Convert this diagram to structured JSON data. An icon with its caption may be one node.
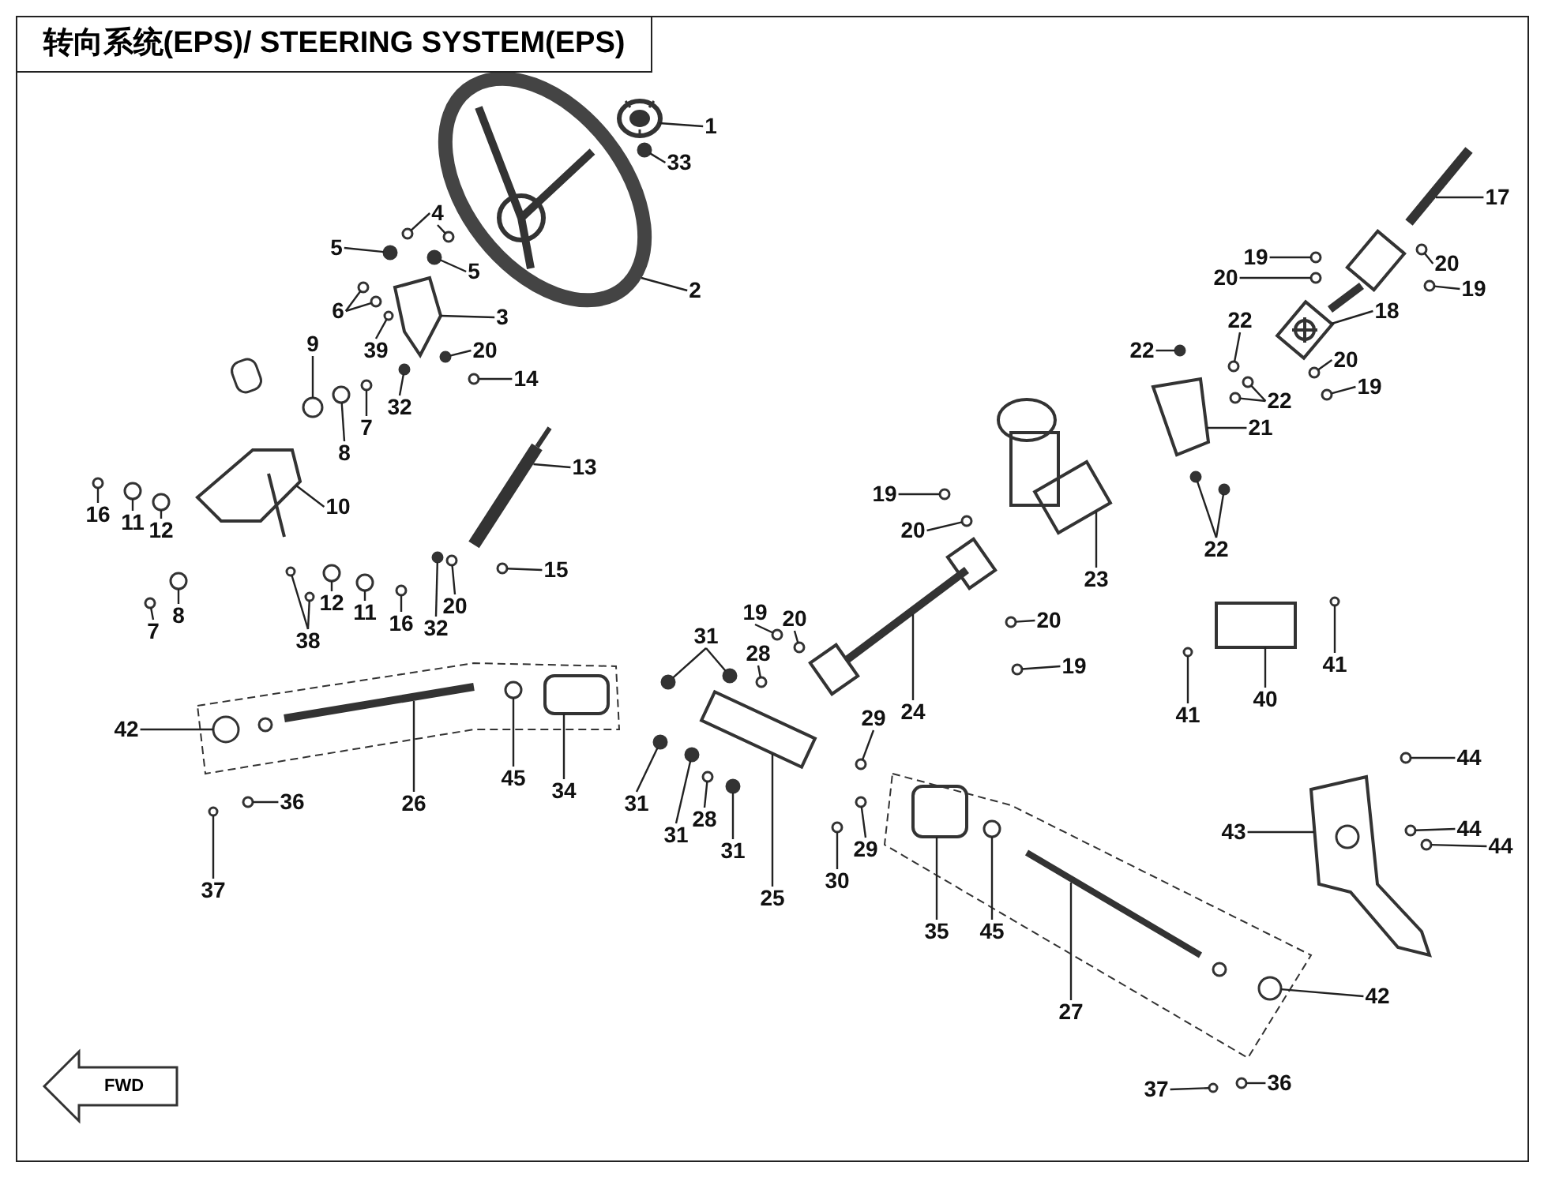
{
  "diagram": {
    "title": "转向系统(EPS)/ STEERING SYSTEM(EPS)",
    "nodes": [
      {
        "text": [
          "1"
        ]
      },
      {
        "text": [
          "33"
        ]
      },
      {
        "text": [
          "4"
        ]
      },
      {
        "text": [
          "5"
        ]
      },
      {
        "text": [
          "5"
        ]
      },
      {
        "text": [
          "2"
        ]
      },
      {
        "text": [
          "6"
        ]
      },
      {
        "text": [
          "39"
        ]
      },
      {
        "text": [
          "3"
        ]
      },
      {
        "text": [
          "9"
        ]
      },
      {
        "text": [
          "20"
        ]
      },
      {
        "text": [
          "7"
        ]
      },
      {
        "text": [
          "14"
        ]
      },
      {
        "text": [
          "8"
        ]
      },
      {
        "text": [
          "32"
        ]
      },
      {
        "text": [
          "16"
        ]
      },
      {
        "text": [
          "11"
        ]
      },
      {
        "text": [
          "12"
        ]
      },
      {
        "text": [
          "10"
        ]
      },
      {
        "text": [
          "13"
        ]
      },
      {
        "text": [
          "15"
        ]
      },
      {
        "text": [
          "20"
        ]
      },
      {
        "text": [
          "32"
        ]
      },
      {
        "text": [
          "12"
        ]
      },
      {
        "text": [
          "11"
        ]
      },
      {
        "text": [
          "16"
        ]
      },
      {
        "text": [
          "7"
        ]
      },
      {
        "text": [
          "8"
        ]
      },
      {
        "text": [
          "38"
        ]
      },
      {
        "text": [
          "19"
        ]
      },
      {
        "text": [
          "20"
        ]
      },
      {
        "text": [
          "23"
        ]
      },
      {
        "text": [
          "19"
        ]
      },
      {
        "text": [
          "20"
        ]
      },
      {
        "text": [
          "31"
        ]
      },
      {
        "text": [
          "28"
        ]
      },
      {
        "text": [
          "20"
        ]
      },
      {
        "text": [
          "19"
        ]
      },
      {
        "text": [
          "24"
        ]
      },
      {
        "text": [
          "42"
        ]
      },
      {
        "text": [
          "45"
        ]
      },
      {
        "text": [
          "34"
        ]
      },
      {
        "text": [
          "26"
        ]
      },
      {
        "text": [
          "36"
        ]
      },
      {
        "text": [
          "31"
        ]
      },
      {
        "text": [
          "31"
        ]
      },
      {
        "text": [
          "28"
        ]
      },
      {
        "text": [
          "31"
        ]
      },
      {
        "text": [
          "29"
        ]
      },
      {
        "text": [
          "29"
        ]
      },
      {
        "text": [
          "25"
        ]
      },
      {
        "text": [
          "30"
        ]
      },
      {
        "text": [
          "37"
        ]
      },
      {
        "text": [
          "35"
        ]
      },
      {
        "text": [
          "45"
        ]
      },
      {
        "text": [
          "27"
        ]
      },
      {
        "text": [
          "42"
        ]
      },
      {
        "text": [
          "37"
        ]
      },
      {
        "text": [
          "36"
        ]
      },
      {
        "text": [
          "17"
        ]
      },
      {
        "text": [
          "19"
        ]
      },
      {
        "text": [
          "20"
        ]
      },
      {
        "text": [
          "20"
        ]
      },
      {
        "text": [
          "19"
        ]
      },
      {
        "text": [
          "18"
        ]
      },
      {
        "text": [
          "22"
        ]
      },
      {
        "text": [
          "22"
        ]
      },
      {
        "text": [
          "20"
        ]
      },
      {
        "text": [
          "22"
        ]
      },
      {
        "text": [
          "19"
        ]
      },
      {
        "text": [
          "21"
        ]
      },
      {
        "text": [
          "22"
        ]
      },
      {
        "text": [
          "41"
        ]
      },
      {
        "text": [
          "40"
        ]
      },
      {
        "text": [
          "41"
        ]
      },
      {
        "text": [
          "44"
        ]
      },
      {
        "text": [
          "43"
        ]
      },
      {
        "text": [
          "44"
        ]
      },
      {
        "text": [
          "44"
        ]
      },
      {
        "text": [],
        "shape": "picture"
      },
      {
        "text": [],
        "shape": "circle"
      },
      {
        "text": [],
        "shape": "circle"
      },
      {
        "text": [],
        "shape": "circle"
      },
      {
        "text": [],
        "shape": "circle"
      },
      {
        "text": [],
        "shape": "circle"
      },
      {
        "text": [],
        "shape": "picture"
      },
      {
        "text": [],
        "shape": "circle"
      },
      {
        "text": [],
        "shape": "circle"
      },
      {
        "text": [],
        "shape": "circle"
      },
      {
        "text": [],
        "shape": "picture"
      },
      {
        "text": [],
        "shape": "circle"
      },
      {
        "text": [],
        "shape": "circle"
      },
      {
        "text": [],
        "shape": "circle"
      },
      {
        "text": [],
        "shape": "circle"
      },
      {
        "text": [],
        "shape": "circle"
      },
      {
        "text": [],
        "shape": "circle"
      },
      {
        "text": [],
        "shape": "circle"
      },
      {
        "text": [],
        "shape": "circle"
      },
      {
        "text": [],
        "shape": "circle"
      },
      {
        "text": [],
        "shape": "picture"
      },
      {
        "text": [],
        "shape": "picture"
      },
      {
        "text": [],
        "shape": "circle"
      },
      {
        "text": [],
        "shape": "circle"
      },
      {
        "text": [],
        "shape": "circle"
      },
      {
        "text": [],
        "shape": "circle"
      },
      {
        "text": [],
        "shape": "circle"
      },
      {
        "text": [],
        "shape": "circle"
      },
      {
        "text": [],
        "shape": "circle"
      },
      {
        "text": [],
        "shape": "circle"
      },
      {
        "text": [],
        "shape": "circle"
      },
      {
        "text": [],
        "shape": "circle"
      },
      {
        "text": [],
        "shape": "circle"
      },
      {
        "text": [],
        "shape": "circle"
      },
      {
        "text": [],
        "shape": "picture"
      },
      {
        "text": [],
        "shape": "circle"
      },
      {
        "text": [],
        "shape": "circle"
      },
      {
        "text": [],
        "shape": "circle"
      },
      {
        "text": [],
        "shape": "circle"
      },
      {
        "text": [],
        "shape": "circle"
      },
      {
        "text": [],
        "shape": "circle"
      },
      {
        "text": [],
        "shape": "circle"
      },
      {
        "text": [],
        "shape": "picture"
      },
      {
        "text": [],
        "shape": "circle"
      },
      {
        "text": [],
        "shape": "circle"
      },
      {
        "text": [],
        "shape": "picture"
      },
      {
        "text": [],
        "shape": "picture"
      },
      {
        "text": [],
        "shape": "circle"
      },
      {
        "text": [],
        "shape": "circle"
      },
      {
        "text": [],
        "shape": "circle"
      },
      {
        "text": [],
        "shape": "circle"
      },
      {
        "text": [],
        "shape": "circle"
      },
      {
        "text": [],
        "shape": "circle"
      },
      {
        "text": [],
        "shape": "circle"
      },
      {
        "text": [],
        "shape": "picture"
      },
      {
        "text": [],
        "shape": "circle"
      },
      {
        "text": [],
        "shape": "circle"
      },
      {
        "text": [],
        "shape": "picture"
      },
      {
        "text": [],
        "shape": "circle"
      },
      {
        "text": [],
        "shape": "picture"
      },
      {
        "text": [],
        "shape": "circle"
      },
      {
        "text": [],
        "shape": "circle"
      },
      {
        "text": [],
        "shape": "circle"
      },
      {
        "text": [],
        "shape": "picture"
      },
      {
        "text": [],
        "shape": "circle"
      },
      {
        "text": [],
        "shape": "circle"
      },
      {
        "text": [],
        "shape": "circle"
      },
      {
        "text": [],
        "shape": "circle"
      },
      {
        "text": [],
        "shape": "picture"
      },
      {
        "text": [],
        "shape": "circle"
      },
      {
        "text": [],
        "shape": "circle"
      },
      {
        "text": [],
        "shape": "circle"
      },
      {
        "text": [],
        "shape": "circle"
      },
      {
        "text": [],
        "shape": "circle"
      },
      {
        "text": [],
        "shape": "circle"
      },
      {
        "text": [],
        "shape": "picture"
      },
      {
        "text": [],
        "shape": "circle"
      },
      {
        "text": [],
        "shape": "circle"
      },
      {
        "text": [],
        "shape": "circle"
      },
      {
        "text": [],
        "shape": "picture"
      },
      {
        "text": [],
        "shape": "circle"
      },
      {
        "text": [],
        "shape": "circle"
      },
      {
        "text": [],
        "shape": "picture"
      },
      {
        "text": [],
        "shape": "circle"
      },
      {
        "text": [],
        "shape": "circle"
      }
    ],
    "edges": [
      {
        "from": 0,
        "to": 79,
        "arrow": "none"
      },
      {
        "from": 1,
        "to": 80,
        "arrow": "none"
      },
      {
        "from": 2,
        "to": 81,
        "arrow": "none"
      },
      {
        "from": 2,
        "to": 82,
        "arrow": "none"
      },
      {
        "from": 3,
        "to": 83,
        "arrow": "none"
      },
      {
        "from": 4,
        "to": 84,
        "arrow": "none"
      },
      {
        "from": 5,
        "to": 85,
        "arrow": "none"
      },
      {
        "from": 6,
        "to": 86,
        "arrow": "none"
      },
      {
        "from": 6,
        "to": 87,
        "arrow": "none"
      },
      {
        "from": 7,
        "to": 88,
        "arrow": "none"
      },
      {
        "from": 8,
        "to": 89,
        "arrow": "none"
      },
      {
        "from": 9,
        "to": 90,
        "arrow": "none"
      },
      {
        "from": 10,
        "to": 91,
        "arrow": "none"
      },
      {
        "from": 11,
        "to": 92,
        "arrow": "none"
      },
      {
        "from": 12,
        "to": 93,
        "arrow": "none"
      },
      {
        "from": 13,
        "to": 94,
        "arrow": "none"
      },
      {
        "from": 14,
        "to": 95,
        "arrow": "none"
      },
      {
        "from": 15,
        "to": 96,
        "arrow": "none"
      },
      {
        "from": 16,
        "to": 97,
        "arrow": "none"
      },
      {
        "from": 17,
        "to": 98,
        "arrow": "none"
      },
      {
        "from": 18,
        "to": 99,
        "arrow": "none"
      },
      {
        "from": 19,
        "to": 100,
        "arrow": "none"
      },
      {
        "from": 20,
        "to": 101,
        "arrow": "none"
      },
      {
        "from": 21,
        "to": 102,
        "arrow": "none"
      },
      {
        "from": 22,
        "to": 103,
        "arrow": "none"
      },
      {
        "from": 23,
        "to": 104,
        "arrow": "none"
      },
      {
        "from": 24,
        "to": 105,
        "arrow": "none"
      },
      {
        "from": 25,
        "to": 106,
        "arrow": "none"
      },
      {
        "from": 26,
        "to": 107,
        "arrow": "none"
      },
      {
        "from": 27,
        "to": 108,
        "arrow": "none"
      },
      {
        "from": 28,
        "to": 109,
        "arrow": "none"
      },
      {
        "from": 28,
        "to": 110,
        "arrow": "none"
      },
      {
        "from": 29,
        "to": 111,
        "arrow": "none"
      },
      {
        "from": 30,
        "to": 112,
        "arrow": "none"
      },
      {
        "from": 31,
        "to": 113,
        "arrow": "none"
      },
      {
        "from": 32,
        "to": 114,
        "arrow": "none"
      },
      {
        "from": 33,
        "to": 115,
        "arrow": "none"
      },
      {
        "from": 34,
        "to": 116,
        "arrow": "none"
      },
      {
        "from": 34,
        "to": 117,
        "arrow": "none"
      },
      {
        "from": 35,
        "to": 118,
        "arrow": "none"
      },
      {
        "from": 36,
        "to": 119,
        "arrow": "none"
      },
      {
        "from": 37,
        "to": 120,
        "arrow": "none"
      },
      {
        "from": 38,
        "to": 121,
        "arrow": "none"
      },
      {
        "from": 39,
        "to": 122,
        "arrow": "none"
      },
      {
        "from": 40,
        "to": 123,
        "arrow": "none"
      },
      {
        "from": 41,
        "to": 124,
        "arrow": "none"
      },
      {
        "from": 42,
        "to": 125,
        "arrow": "none"
      },
      {
        "from": 43,
        "to": 126,
        "arrow": "none"
      },
      {
        "from": 44,
        "to": 127,
        "arrow": "none"
      },
      {
        "from": 45,
        "to": 128,
        "arrow": "none"
      },
      {
        "from": 46,
        "to": 129,
        "arrow": "none"
      },
      {
        "from": 47,
        "to": 130,
        "arrow": "none"
      },
      {
        "from": 48,
        "to": 131,
        "arrow": "none"
      },
      {
        "from": 49,
        "to": 132,
        "arrow": "none"
      },
      {
        "from": 50,
        "to": 133,
        "arrow": "none"
      },
      {
        "from": 51,
        "to": 134,
        "arrow": "none"
      },
      {
        "from": 52,
        "to": 135,
        "arrow": "none"
      },
      {
        "from": 53,
        "to": 136,
        "arrow": "none"
      },
      {
        "from": 54,
        "to": 137,
        "arrow": "none"
      },
      {
        "from": 55,
        "to": 138,
        "arrow": "none"
      },
      {
        "from": 56,
        "to": 139,
        "arrow": "none"
      },
      {
        "from": 57,
        "to": 140,
        "arrow": "none"
      },
      {
        "from": 58,
        "to": 141,
        "arrow": "none"
      },
      {
        "from": 59,
        "to": 142,
        "arrow": "none"
      },
      {
        "from": 60,
        "to": 143,
        "arrow": "none"
      },
      {
        "from": 61,
        "to": 144,
        "arrow": "none"
      },
      {
        "from": 62,
        "to": 145,
        "arrow": "none"
      },
      {
        "from": 63,
        "to": 146,
        "arrow": "none"
      },
      {
        "from": 64,
        "to": 147,
        "arrow": "none"
      },
      {
        "from": 65,
        "to": 148,
        "arrow": "none"
      },
      {
        "from": 66,
        "to": 149,
        "arrow": "none"
      },
      {
        "from": 67,
        "to": 150,
        "arrow": "none"
      },
      {
        "from": 68,
        "to": 151,
        "arrow": "none"
      },
      {
        "from": 68,
        "to": 152,
        "arrow": "none"
      },
      {
        "from": 69,
        "to": 153,
        "arrow": "none"
      },
      {
        "from": 70,
        "to": 154,
        "arrow": "none"
      },
      {
        "from": 71,
        "to": 155,
        "arrow": "none"
      },
      {
        "from": 71,
        "to": 156,
        "arrow": "none"
      },
      {
        "from": 72,
        "to": 157,
        "arrow": "none"
      },
      {
        "from": 73,
        "to": 158,
        "arrow": "none"
      },
      {
        "from": 74,
        "to": 159,
        "arrow": "none"
      },
      {
        "from": 75,
        "to": 160,
        "arrow": "none"
      },
      {
        "from": 76,
        "to": 161,
        "arrow": "none"
      },
      {
        "from": 77,
        "to": 162,
        "arrow": "none"
      },
      {
        "from": 78,
        "to": 163,
        "arrow": "none"
      }
    ],
    "labels": [
      "FWD"
    ]
  }
}
